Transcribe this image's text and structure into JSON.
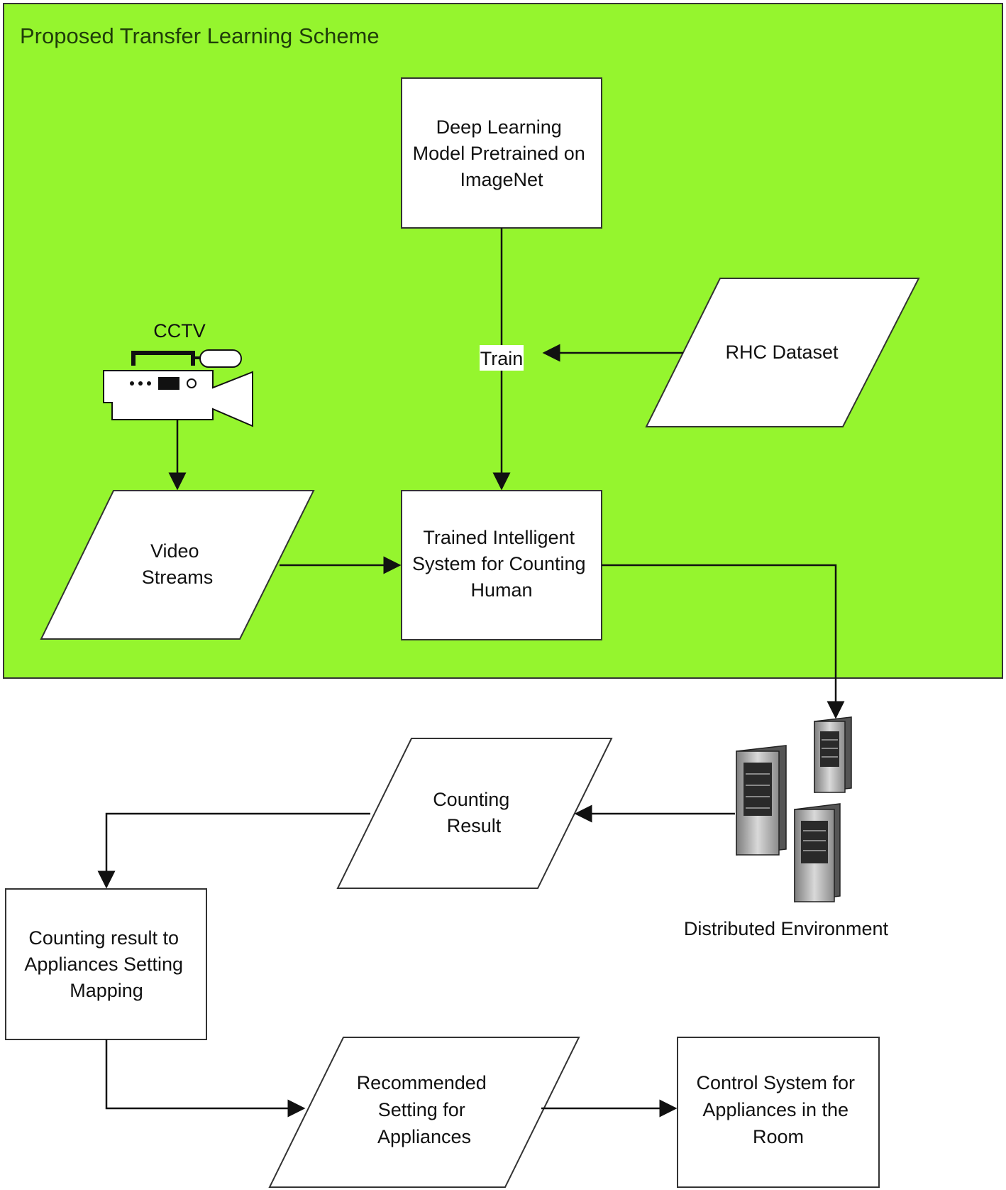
{
  "title": "Proposed Transfer Learning Scheme",
  "colors": {
    "scheme_background": "#95f52e",
    "node_fill": "#ffffff",
    "stroke": "#1a1a1a"
  },
  "nodes": {
    "pretrained_model": {
      "lines": [
        "Deep Learning",
        "Model Pretrained on",
        "ImageNet"
      ]
    },
    "rhc_dataset": {
      "lines": [
        "RHC Dataset"
      ]
    },
    "cctv": {
      "label": "CCTV",
      "icon": "video-camera-icon"
    },
    "video_streams": {
      "lines": [
        "Video",
        "Streams"
      ]
    },
    "trained_system": {
      "lines": [
        "Trained Intelligent",
        "System for Counting",
        "Human"
      ]
    },
    "distributed_env": {
      "label": "Distributed Environment",
      "icon": "server-cluster-icon"
    },
    "counting_result": {
      "lines": [
        "Counting",
        "Result"
      ]
    },
    "mapping": {
      "lines": [
        "Counting result to",
        "Appliances Setting",
        "Mapping"
      ]
    },
    "recommended_setting": {
      "lines": [
        "Recommended",
        "Setting for",
        "Appliances"
      ]
    },
    "control_system": {
      "lines": [
        "Control System for",
        "Appliances in the",
        "Room"
      ]
    }
  },
  "edge_labels": {
    "train": "Train"
  }
}
